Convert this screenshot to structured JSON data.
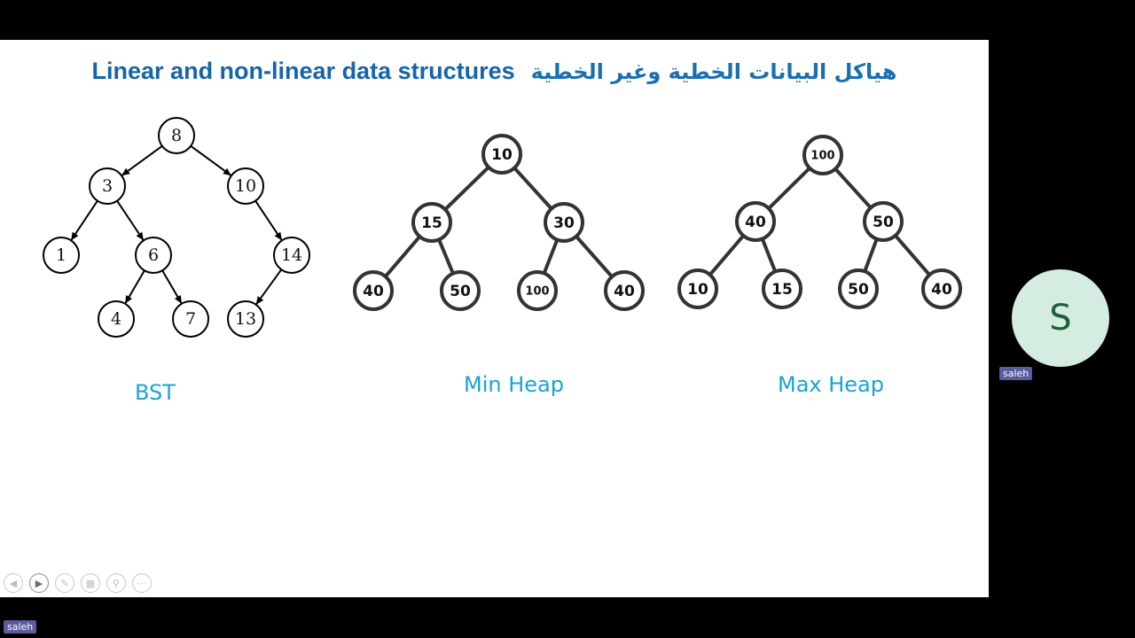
{
  "slide": {
    "title_en": "Linear and non-linear data structures",
    "title_ar": "هياكل البيانات الخطية وغير الخطية",
    "captions": {
      "bst": "BST",
      "min_heap": "Min Heap",
      "max_heap": "Max Heap"
    }
  },
  "bst": {
    "nodes": [
      "8",
      "3",
      "10",
      "1",
      "6",
      "14",
      "4",
      "7",
      "13"
    ]
  },
  "min_heap": {
    "nodes": [
      "10",
      "15",
      "30",
      "40",
      "50",
      "100",
      "40"
    ]
  },
  "max_heap": {
    "nodes": [
      "100",
      "40",
      "50",
      "10",
      "15",
      "50",
      "40"
    ]
  },
  "controls": [
    "previous-icon",
    "play-icon",
    "pen-icon",
    "slides-icon",
    "zoom-icon",
    "more-icon"
  ],
  "participant": {
    "initial": "S",
    "name": "saleh",
    "color": "#d4ede0"
  },
  "self_label": "saleh"
}
